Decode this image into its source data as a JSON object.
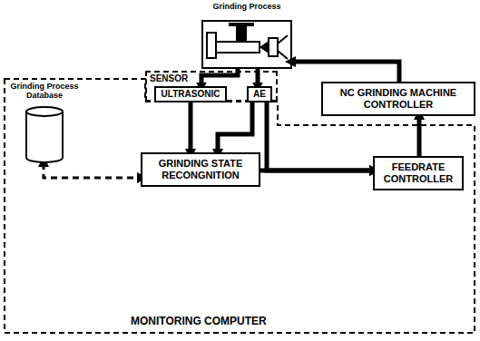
{
  "diagram": {
    "nodes": [
      {
        "text": [
          "Grinding Process"
        ]
      },
      {
        "text": [
          "SENSOR"
        ]
      },
      {
        "text": [
          "ULTRASONIC"
        ],
        "in": 1
      },
      {
        "text": [
          "AE"
        ],
        "in": 1
      },
      {
        "text": [
          "NC GRINDING MACHINE CONTROLLER"
        ]
      },
      {
        "text": [
          "MONITORING COMPUTER"
        ]
      },
      {
        "text": [
          "Grinding Process Database"
        ],
        "in": 5
      },
      {
        "text": [
          "GRINDING STATE RECONGNITION"
        ],
        "in": 5
      },
      {
        "text": [
          "FEEDRATE CONTROLLER"
        ],
        "in": 5
      }
    ],
    "edges": [
      {
        "from": 0,
        "to": 2,
        "arrow": "to"
      },
      {
        "from": 0,
        "to": 3,
        "arrow": "to"
      },
      {
        "from": 2,
        "to": 7,
        "arrow": "to"
      },
      {
        "from": 3,
        "to": 7,
        "arrow": "to"
      },
      {
        "from": 3,
        "to": 8,
        "arrow": "to"
      },
      {
        "from": 7,
        "to": 8,
        "arrow": "to"
      },
      {
        "from": 8,
        "to": 4,
        "arrow": "to"
      },
      {
        "from": 4,
        "to": 0,
        "arrow": "to"
      },
      {
        "from": 6,
        "to": 7,
        "arrow": "both"
      }
    ]
  }
}
